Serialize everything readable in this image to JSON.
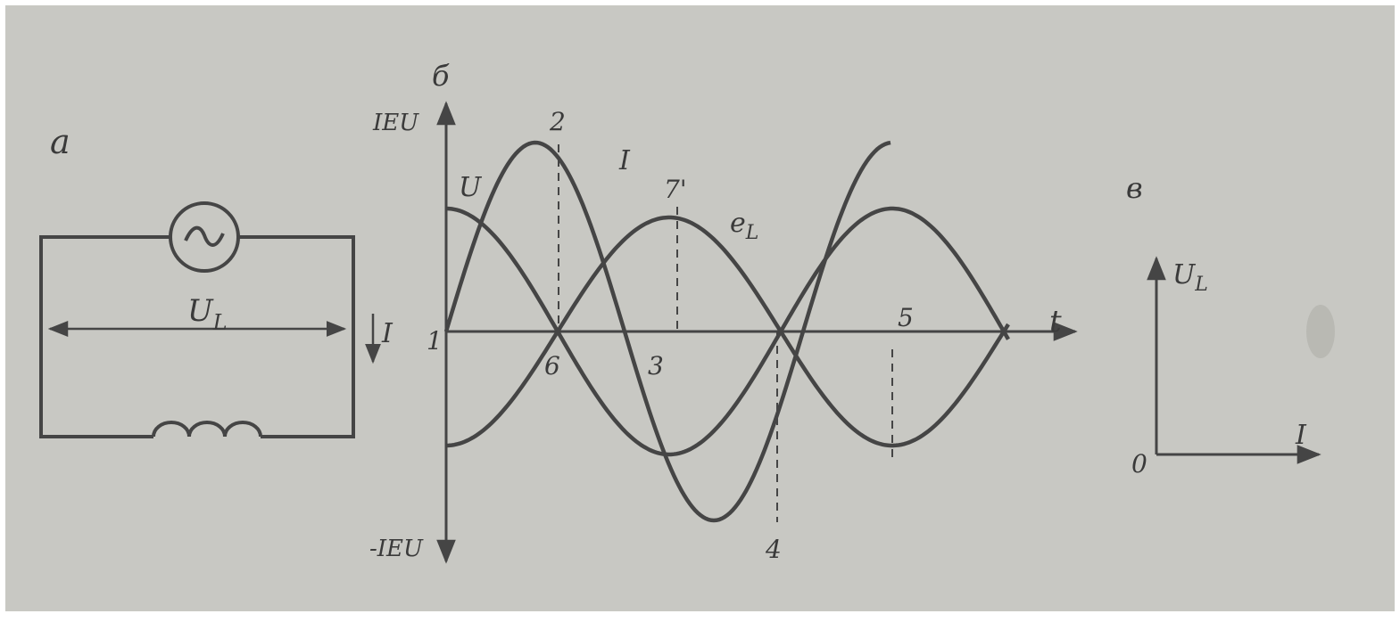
{
  "colors": {
    "paper": "#c8c8c3",
    "ink": "#454545",
    "border": "#ffffff"
  },
  "panel_a": {
    "label": "а",
    "voltage_label": "U",
    "voltage_subscript": "L",
    "current_label": "I",
    "source_symbol": "~",
    "icons": [
      "ac-source-icon",
      "inductor-coil-icon"
    ]
  },
  "panel_b": {
    "label": "б",
    "y_axis_top": "IEU",
    "y_axis_bottom": "-IEU",
    "t_axis": "t",
    "curve_u": "U",
    "curve_i": "I",
    "curve_e": "e",
    "curve_e_subscript": "L",
    "points": [
      "1",
      "2",
      "3",
      "4",
      "5",
      "6",
      "7'"
    ]
  },
  "panel_c": {
    "label": "в",
    "y_axis": "U",
    "y_axis_subscript": "L",
    "x_axis": "I",
    "origin": "0"
  }
}
